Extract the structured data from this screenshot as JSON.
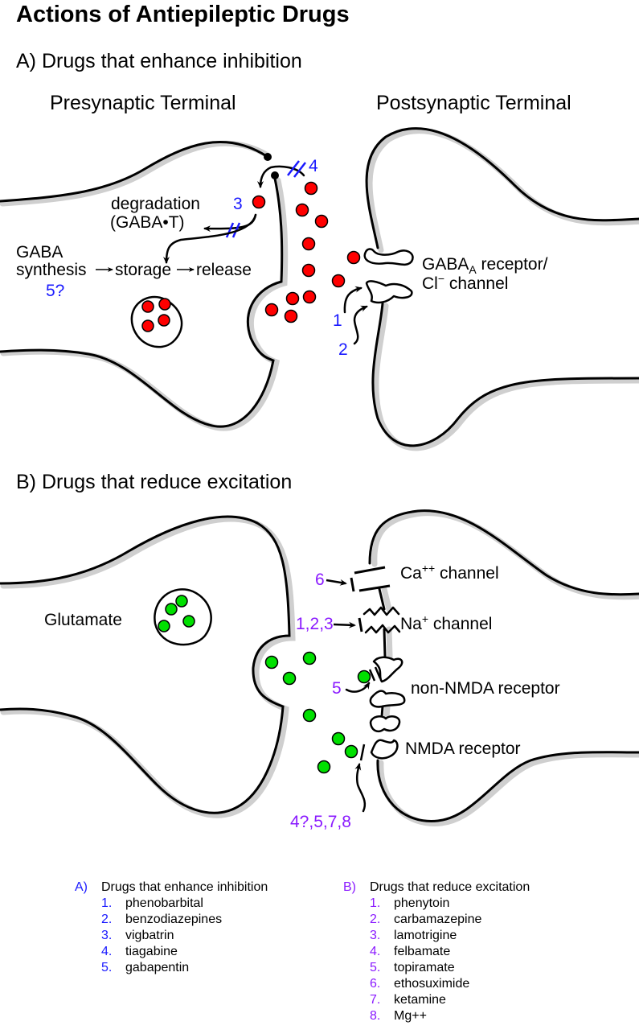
{
  "title": "Actions of Antiepileptic Drugs",
  "colors": {
    "inhibition_accent": "#1a1aff",
    "excitation_accent": "#8a1aff",
    "gaba_vesicle": "#ff0000",
    "glutamate_vesicle": "#00e000",
    "membrane_shadow": "#cfcfcf"
  },
  "panel_a": {
    "heading": "A) Drugs that enhance inhibition",
    "presynaptic_label": "Presynaptic Terminal",
    "postsynaptic_label": "Postsynaptic Terminal",
    "degradation": "degradation",
    "gabat": "(GABA•T)",
    "gaba": "GABA",
    "synthesis": "synthesis",
    "storage": "storage",
    "release": "release",
    "receptor_line1_main": "GABA",
    "receptor_line1_sub": "A",
    "receptor_line1_rest": " receptor/",
    "receptor_line2_main": "Cl",
    "receptor_line2_sup": "−",
    "receptor_line2_rest": " channel",
    "markers": {
      "m1": "1",
      "m2": "2",
      "m3": "3",
      "m4": "4",
      "m5": "5?"
    }
  },
  "panel_b": {
    "heading": "B) Drugs that reduce excitation",
    "glutamate": "Glutamate",
    "ca_main": "Ca",
    "ca_sup": "++",
    "ca_rest": " channel",
    "na_main": "Na",
    "na_sup": "+",
    "na_rest": " channel",
    "non_nmda": "non-NMDA receptor",
    "nmda": "NMDA receptor",
    "markers": {
      "m6": "6",
      "m123": "1,2,3",
      "m5": "5",
      "m4578": "4?,5,7,8"
    }
  },
  "legend_a": {
    "letter": "A)",
    "heading": "Drugs that enhance inhibition",
    "items": [
      {
        "num": "1.",
        "name": "phenobarbital"
      },
      {
        "num": "2.",
        "name": "benzodiazepines"
      },
      {
        "num": "3.",
        "name": "vigbatrin"
      },
      {
        "num": "4.",
        "name": "tiagabine"
      },
      {
        "num": "5.",
        "name": "gabapentin"
      }
    ]
  },
  "legend_b": {
    "letter": "B)",
    "heading": "Drugs that reduce excitation",
    "items": [
      {
        "num": "1.",
        "name": "phenytoin"
      },
      {
        "num": "2.",
        "name": "carbamazepine"
      },
      {
        "num": "3.",
        "name": "lamotrigine"
      },
      {
        "num": "4.",
        "name": "felbamate"
      },
      {
        "num": "5.",
        "name": "topiramate"
      },
      {
        "num": "6.",
        "name": "ethosuximide"
      },
      {
        "num": "7.",
        "name": "ketamine"
      },
      {
        "num": "8.",
        "name": "Mg++"
      }
    ]
  }
}
